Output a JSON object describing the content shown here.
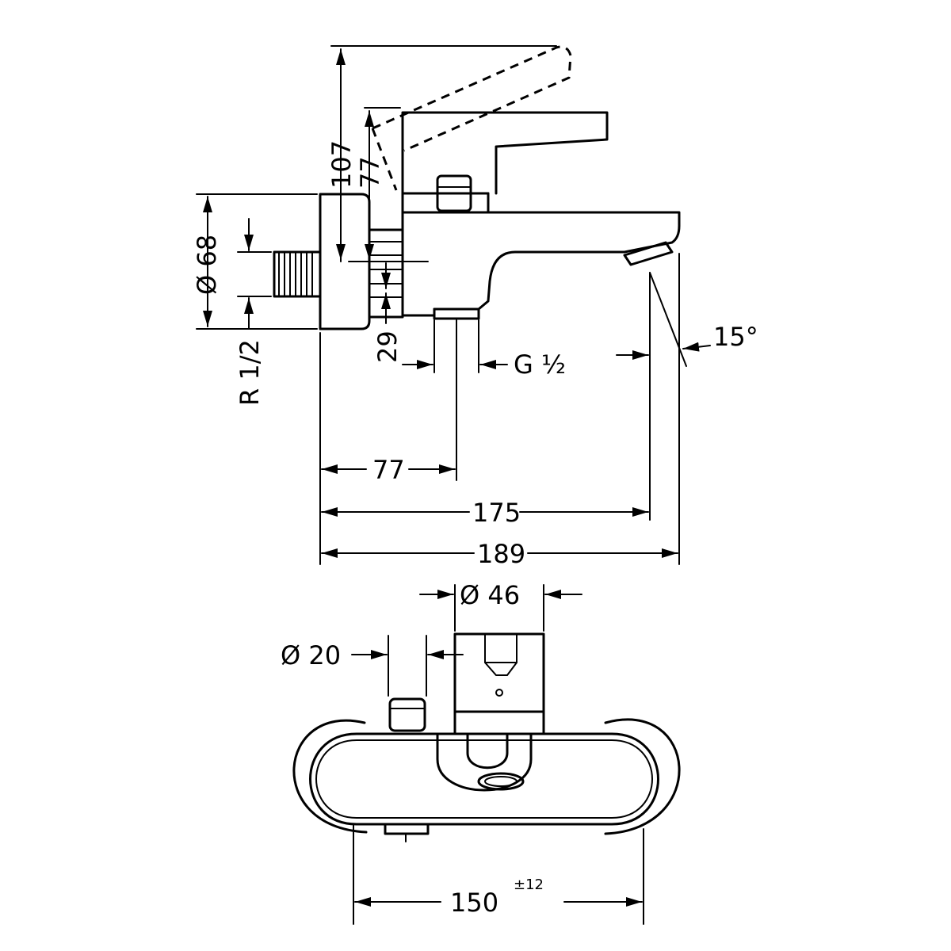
{
  "dimensions": {
    "height_total": "107",
    "height_lever": "77",
    "diameter_rosette": "Ø 68",
    "thread_inlet": "R 1/2",
    "offset_29": "29",
    "outlet_thread": "G ½",
    "angle": "15°",
    "length_77": "77",
    "length_175": "175",
    "length_189": "189",
    "diameter_46": "Ø  46",
    "diameter_20": "Ø 20",
    "center_distance": "150",
    "center_tolerance": "±12"
  },
  "colors": {
    "line": "#000000",
    "background": "#ffffff"
  }
}
